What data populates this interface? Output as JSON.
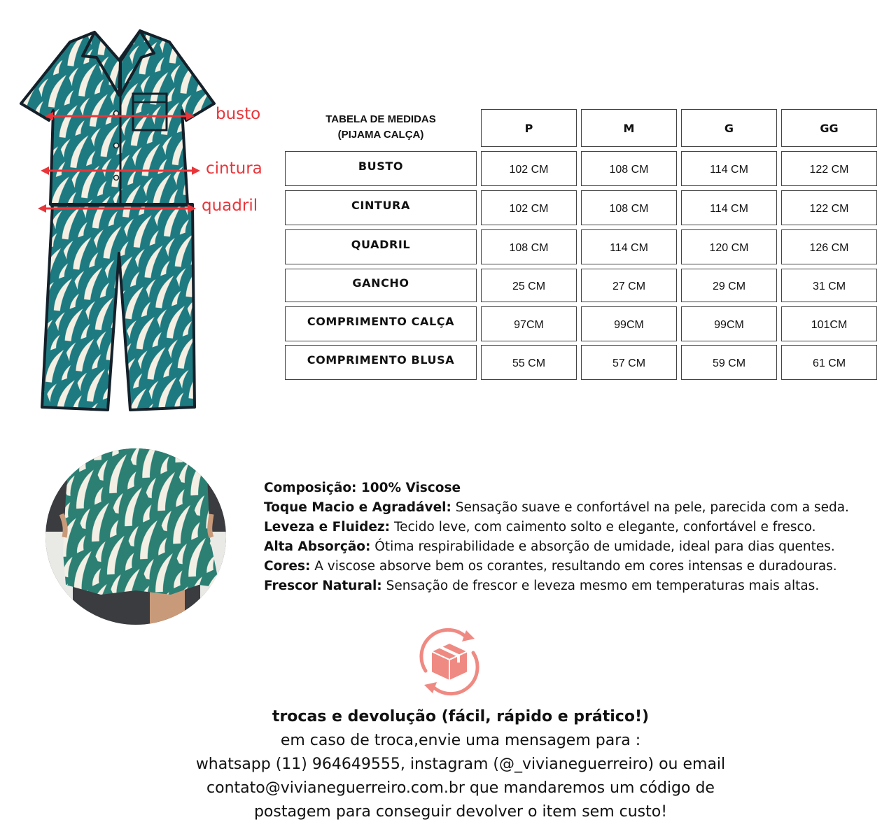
{
  "illustration": {
    "labels": {
      "busto": "busto",
      "cintura": "cintura",
      "quadril": "quadril"
    },
    "colors": {
      "fabric": "#1d7a80",
      "print": "#f4efe2",
      "outline": "#14202a",
      "measure": "#e8353a"
    }
  },
  "table": {
    "title_line1": "TABELA DE MEDIDAS",
    "title_line2": "(PIJAMA CALÇA)",
    "sizes": [
      "P",
      "M",
      "G",
      "GG"
    ],
    "rows": [
      {
        "label": "BUSTO",
        "values": [
          "102 CM",
          "108 CM",
          "114 CM",
          "122 CM"
        ]
      },
      {
        "label": "CINTURA",
        "values": [
          "102 CM",
          "108 CM",
          "114 CM",
          "122 CM"
        ]
      },
      {
        "label": "QUADRIL",
        "values": [
          "108 CM",
          "114 CM",
          "120 CM",
          "126 CM"
        ]
      },
      {
        "label": "GANCHO",
        "values": [
          "25 CM",
          "27 CM",
          "29 CM",
          "31 CM"
        ]
      },
      {
        "label": "COMPRIMENTO CALÇA",
        "values": [
          "97CM",
          "99CM",
          "99CM",
          "101CM"
        ]
      },
      {
        "label": "COMPRIMENTO BLUSA",
        "values": [
          "55 CM",
          "57 CM",
          "59 CM",
          "61 CM"
        ]
      }
    ]
  },
  "composition": {
    "lines": [
      {
        "label": "Composição: 100% Viscose",
        "text": ""
      },
      {
        "label": "Toque Macio e Agradável:",
        "text": " Sensação suave e confortável na pele, parecida com a seda."
      },
      {
        "label": "Leveza e Fluidez:",
        "text": " Tecido leve, com caimento solto e elegante, confortável e fresco."
      },
      {
        "label": "Alta Absorção:",
        "text": " Ótima respirabilidade e absorção de umidade, ideal para dias quentes."
      },
      {
        "label": "Cores:",
        "text": " A viscose absorve bem os corantes, resultando em cores intensas e duradouras."
      },
      {
        "label": "Frescor Natural:",
        "text": " Sensação de frescor e leveza mesmo em temperaturas mais altas."
      }
    ]
  },
  "returns": {
    "icon": "return-box-icon",
    "icon_color": "#ef8a83",
    "title": "trocas e devolução (fácil, rápido e prático!)",
    "lines": [
      "em caso de troca,envie uma mensagem para :",
      "whatsapp (11) 964649555, instagram (@_vivianeguerreiro) ou email",
      "contato@vivianeguerreiro.com.br que mandaremos um código de",
      "postagem para conseguir devolver o item sem custo!"
    ]
  }
}
